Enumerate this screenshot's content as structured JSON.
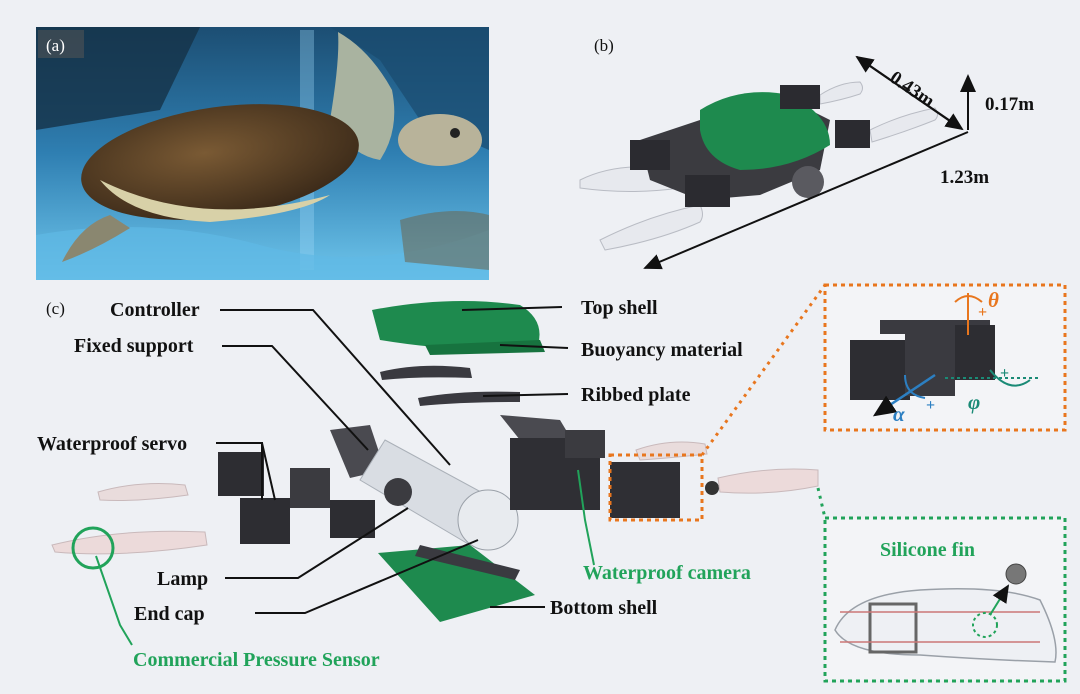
{
  "panels": {
    "a": "(a)",
    "b": "(b)",
    "c": "(c)"
  },
  "dimensions": {
    "length": "1.23m",
    "width": "0.43m",
    "height": "0.17m"
  },
  "labels": {
    "controller": "Controller",
    "fixed_support": "Fixed support",
    "waterproof_servo": "Waterproof servo",
    "lamp": "Lamp",
    "end_cap": "End cap",
    "top_shell": "Top shell",
    "buoyancy_material": "Buoyancy material",
    "ribbed_plate": "Ribbed plate",
    "waterproof_camera": "Waterproof camera",
    "bottom_shell": "Bottom shell",
    "commercial_pressure_sensor": "Commercial Pressure Sensor",
    "silicone_fin": "Silicone fin"
  },
  "joint_angles": {
    "theta": "θ",
    "alpha": "α",
    "phi": "φ",
    "plus": "+"
  },
  "colors": {
    "green": "#21a35a",
    "orange": "#e8761e",
    "blue": "#2c7fc2",
    "teal": "#1a8a76",
    "shell": "#1e8a4e"
  }
}
